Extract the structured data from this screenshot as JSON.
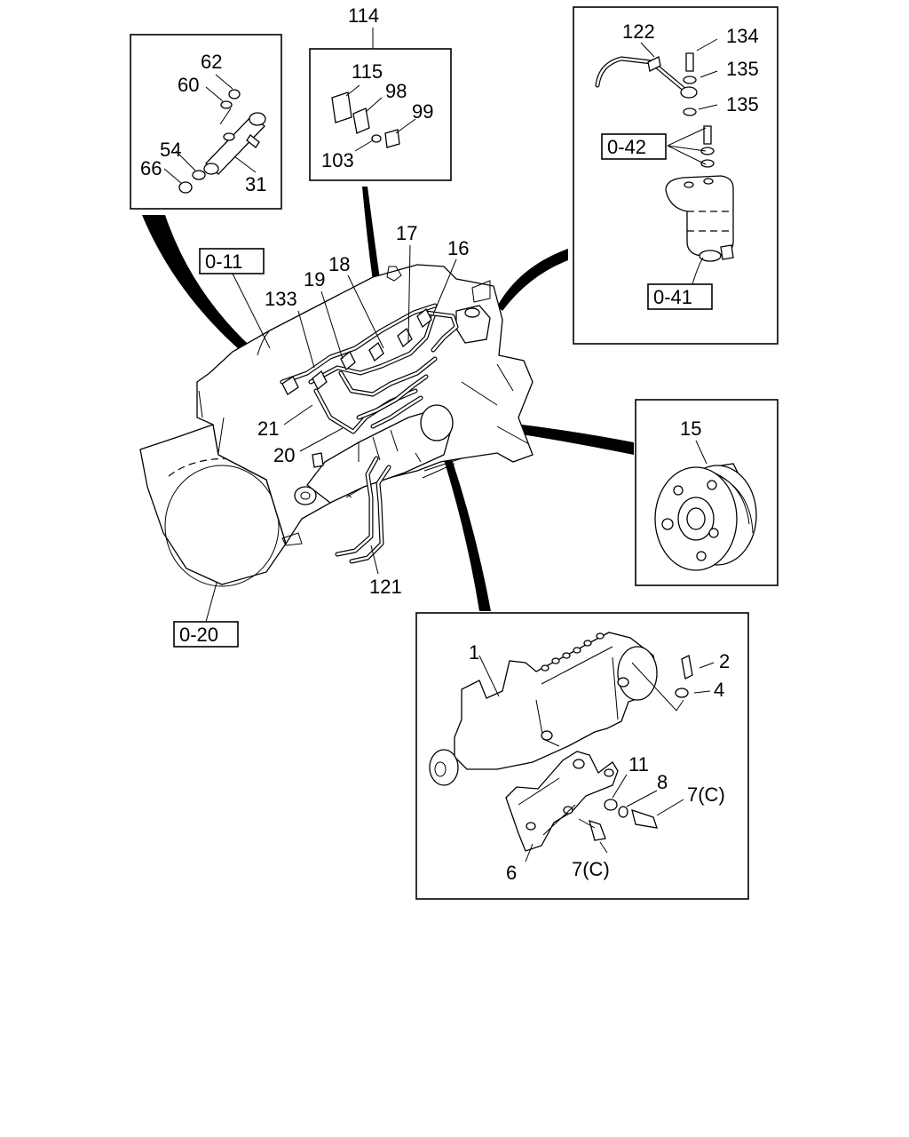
{
  "labels": {
    "l114": "114",
    "l62": "62",
    "l60": "60",
    "l54": "54",
    "l66": "66",
    "l31": "31",
    "l115": "115",
    "l98": "98",
    "l99": "99",
    "l103": "103",
    "l122": "122",
    "l134": "134",
    "l135a": "135",
    "l135b": "135",
    "l17": "17",
    "l16": "16",
    "l18": "18",
    "l19": "19",
    "l133": "133",
    "l21": "21",
    "l20": "20",
    "l121": "121",
    "l15": "15",
    "l1": "1",
    "l2": "2",
    "l4": "4",
    "l11": "11",
    "l8": "8",
    "l7c_a": "7(C)",
    "l7c_b": "7(C)",
    "l6": "6"
  },
  "refs": {
    "r011": "0-11",
    "r042": "0-42",
    "r041": "0-41",
    "r020": "0-20"
  }
}
